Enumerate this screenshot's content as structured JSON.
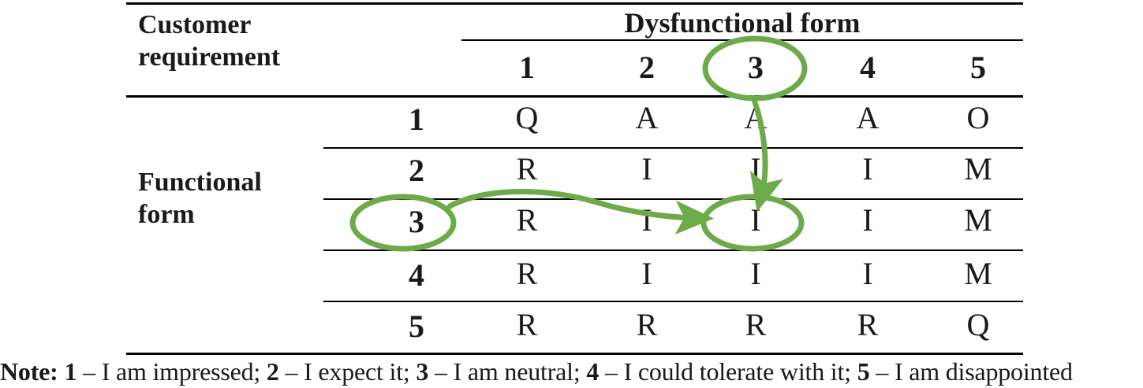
{
  "table": {
    "corner_label": "Customer\nrequirement",
    "row_group_label": "Functional\nform",
    "column_group_label": "Dysfunctional form",
    "column_headers": [
      "1",
      "2",
      "3",
      "4",
      "5"
    ],
    "row_headers": [
      "1",
      "2",
      "3",
      "4",
      "5"
    ],
    "rows": [
      {
        "header": "1",
        "cells": [
          "Q",
          "A",
          "A",
          "A",
          "O"
        ]
      },
      {
        "header": "2",
        "cells": [
          "R",
          "I",
          "I",
          "I",
          "M"
        ]
      },
      {
        "header": "3",
        "cells": [
          "R",
          "I",
          "I",
          "I",
          "M"
        ]
      },
      {
        "header": "4",
        "cells": [
          "R",
          "I",
          "I",
          "I",
          "M"
        ]
      },
      {
        "header": "5",
        "cells": [
          "R",
          "R",
          "R",
          "R",
          "Q"
        ]
      }
    ]
  },
  "annotations": {
    "accent_color": "#6DAA49",
    "highlight_column_header": "3",
    "highlight_row_header": "3",
    "highlight_cell_value": "I",
    "highlight_cell_row": "3",
    "highlight_cell_column": "3"
  },
  "note": {
    "label": "Note:",
    "items": [
      {
        "key": "1",
        "dash": "–",
        "text": "I am impressed;"
      },
      {
        "key": "2",
        "dash": "–",
        "text": "I expect it;"
      },
      {
        "key": "3",
        "dash": "–",
        "text": "I am neutral;"
      },
      {
        "key": "4",
        "dash": "–",
        "text": "I could tolerate with it;"
      },
      {
        "key": "5",
        "dash": "–",
        "text": "I am disappointed"
      }
    ],
    "full_text": "Note: 1 – I am impressed; 2 – I expect it; 3 – I am neutral; 4 – I could tolerate with it; 5 – I am disappointed"
  }
}
